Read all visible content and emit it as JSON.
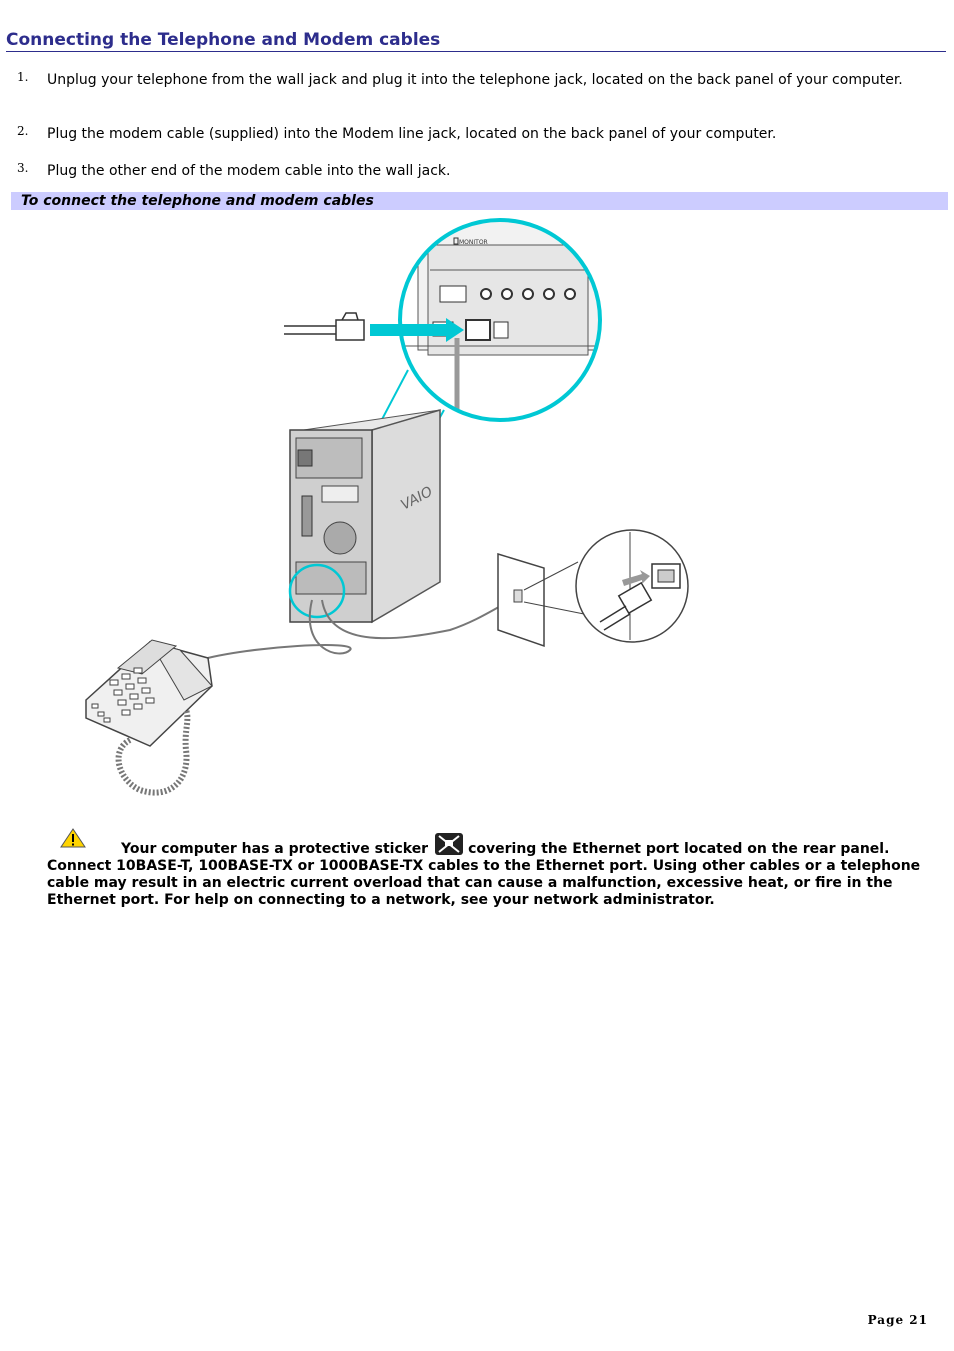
{
  "title": "Connecting the Telephone and Modem cables",
  "steps": [
    {
      "num": "1.",
      "text": "Unplug your telephone from the wall jack and plug it into the telephone jack, located on the back panel of your computer."
    },
    {
      "num": "2.",
      "text": "Plug the modem cable (supplied) into the Modem line jack, located on the back panel of your computer."
    },
    {
      "num": "3.",
      "text": "Plug the other end of the modem cable into the wall jack."
    }
  ],
  "figure_caption": "To connect the telephone and modem cables",
  "figure": {
    "panel_label": "MONITOR",
    "brand": "VAIO",
    "accent_color": "#00c8d4"
  },
  "note": {
    "icon": "warning-icon",
    "sticker_icon": "ethernet-sticker-icon",
    "text_before": "Your computer has a protective sticker",
    "text_after": "covering the Ethernet port located on the rear panel. Connect 10BASE-T, 100BASE-TX or 1000BASE-TX cables to the Ethernet port. Using other cables or a telephone cable may result in an electric current overload that can cause a malfunction, excessive heat, or fire in the Ethernet port. For help on connecting to a network, see your network administrator."
  },
  "footer": {
    "page": "Page 21"
  }
}
